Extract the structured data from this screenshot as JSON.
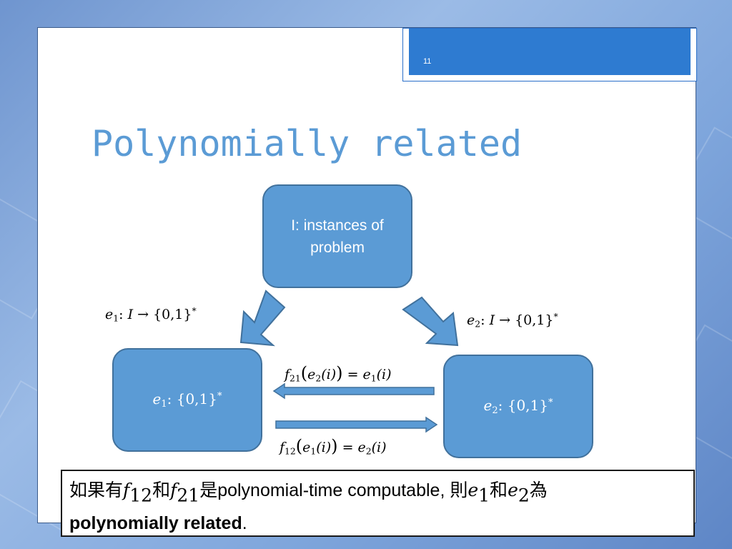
{
  "slide": {
    "number": "11",
    "title": "Polynomially related"
  },
  "diagram": {
    "top_node": "I: instances of problem",
    "left_node": {
      "var": "e",
      "sub": "1",
      "rest": ": {0,1}",
      "sup": "*"
    },
    "right_node": {
      "var": "e",
      "sub": "2",
      "rest": ": {0,1}",
      "sup": "*"
    },
    "label_e1": {
      "var": "e",
      "sub": "1",
      "mid": ": ",
      "I": "I",
      "rest": " → {0,1}",
      "sup": "*"
    },
    "label_e2": {
      "var": "e",
      "sub": "2",
      "mid": ": ",
      "I": "I",
      "rest": " → {0,1}",
      "sup": "*"
    },
    "label_f21": {
      "f": "f",
      "fsub": "21",
      "open": "(",
      "e": "e",
      "esub": "2",
      "arg": "(i)",
      "close": ")",
      "eq": " = ",
      "e2": "e",
      "e2sub": "1",
      "arg2": "(i)"
    },
    "label_f12": {
      "f": "f",
      "fsub": "12",
      "open": "(",
      "e": "e",
      "esub": "1",
      "arg": "(i)",
      "close": ")",
      "eq": " = ",
      "e2": "e",
      "e2sub": "2",
      "arg2": "(i)"
    },
    "colors": {
      "node_fill": "#5b9bd5",
      "node_border": "#41719c",
      "title": "#5b9bd5"
    }
  },
  "footer": {
    "t1": "如果有",
    "f": "f",
    "f12sub": "12",
    "t2": "和",
    "f21sub": "21",
    "t3": "是polynomial-time computable, 則",
    "e": "e",
    "e1sub": "1",
    "t4": "和",
    "e2sub": "2",
    "t5": "為",
    "bold": "polynomially related",
    "t6": "."
  }
}
